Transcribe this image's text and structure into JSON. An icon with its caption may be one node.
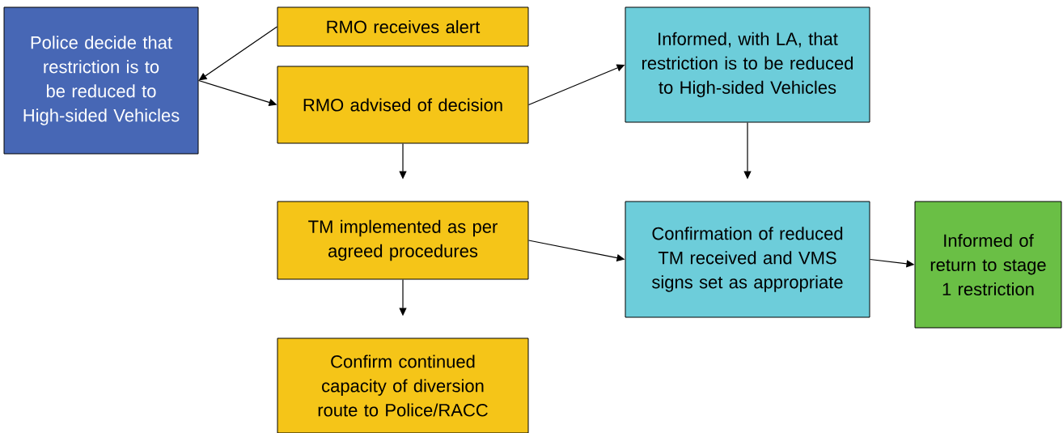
{
  "diagram": {
    "nodes": [
      {
        "text": [
          "Police decide that restriction is to be reduced to High-sided Vehicles"
        ]
      },
      {
        "text": [
          "RMO receives alert"
        ]
      },
      {
        "text": [
          "RMO advised of decision"
        ]
      },
      {
        "text": [
          "Informed, with LA, that restriction is to be reduced to High-sided Vehicles"
        ]
      },
      {
        "text": [
          "TM implemented as per agreed procedures"
        ]
      },
      {
        "text": [
          "Confirmation of reduced TM received and VMS signs set as appropriate"
        ]
      },
      {
        "text": [
          "Informed of return to stage 1 restriction"
        ]
      },
      {
        "text": [
          "Confirm continued capacity of diversion route to Police/RACC"
        ]
      }
    ],
    "edges": [
      {
        "from": 1,
        "to": 0,
        "arrow": "to"
      },
      {
        "from": 0,
        "to": 2,
        "arrow": "to"
      },
      {
        "from": 2,
        "to": 3,
        "arrow": "to"
      },
      {
        "from": 2,
        "to": 4,
        "arrow": "to"
      },
      {
        "from": 3,
        "to": 5,
        "arrow": "to"
      },
      {
        "from": 4,
        "to": 5,
        "arrow": "to"
      },
      {
        "from": 4,
        "to": 7,
        "arrow": "to"
      },
      {
        "from": 5,
        "to": 6,
        "arrow": "to"
      }
    ]
  }
}
